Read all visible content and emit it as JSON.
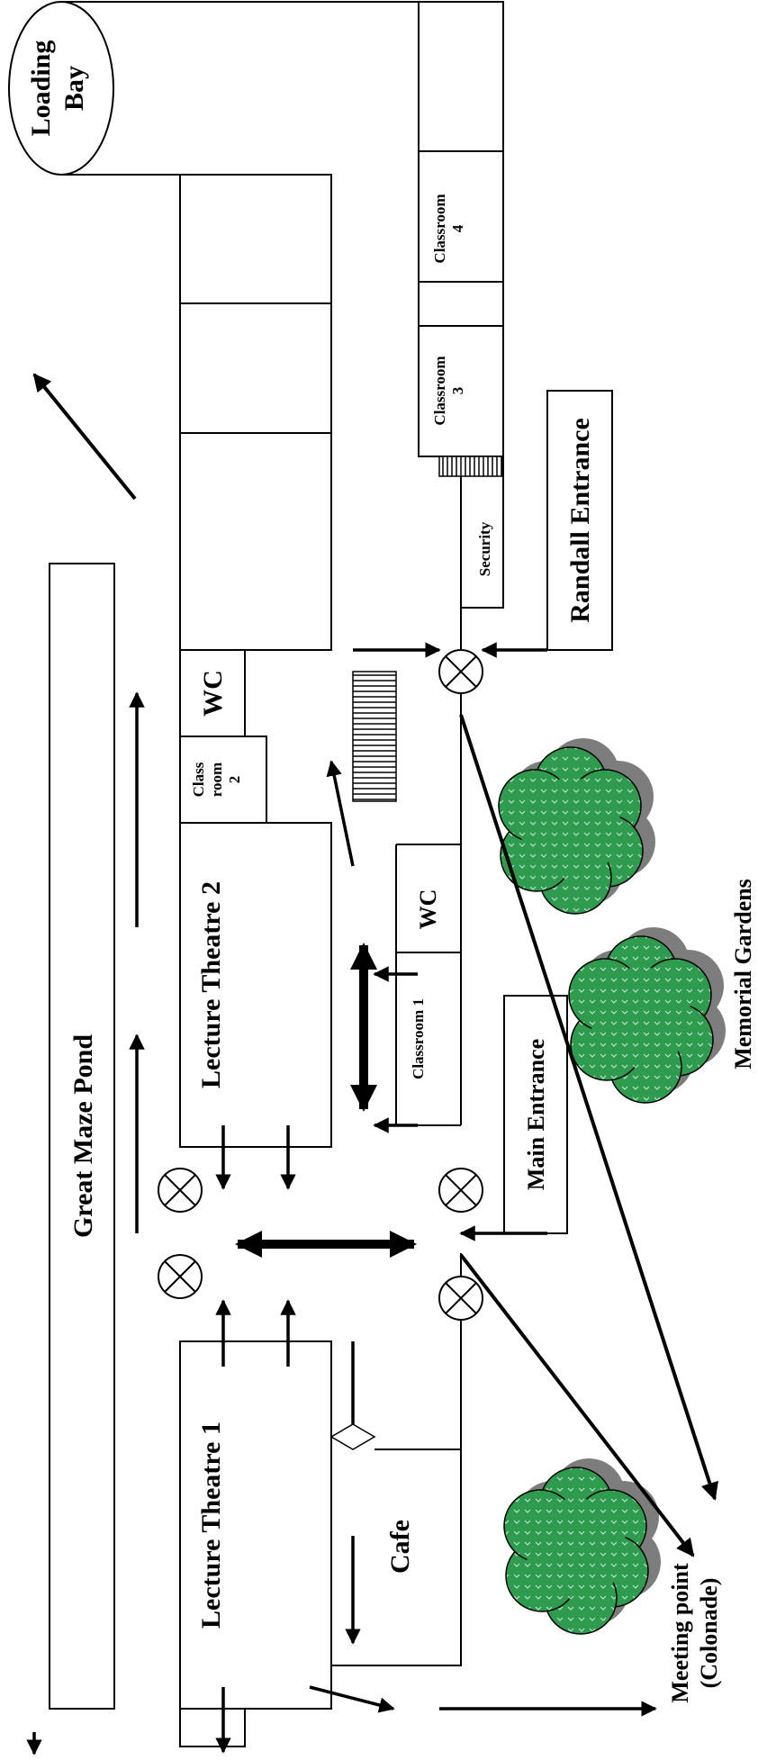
{
  "labels": {
    "loading_bay_line1": "Loading",
    "loading_bay_line2": "Bay",
    "classroom_4_line1": "Classroom",
    "classroom_4_line2": "4",
    "classroom_3_line1": "Classroom",
    "classroom_3_line2": "3",
    "security": "Security",
    "randall_entrance": "Randall Entrance",
    "great_maze_pond": "Great Maze Pond",
    "wc_upper": "WC",
    "classroom_2_line1": "Class",
    "classroom_2_line2": "room",
    "classroom_2_line3": "2",
    "lecture_theatre_2": "Lecture Theatre 2",
    "wc_lower": "WC",
    "classroom_1": "Classroom 1",
    "main_entrance": "Main Entrance",
    "memorial_gardens": "Memorial Gardens",
    "lecture_theatre_1": "Lecture Theatre 1",
    "cafe": "Cafe",
    "meeting_point_line1": "Meeting point",
    "meeting_point_line2": "(Colonade)"
  },
  "colors": {
    "line": "#000000",
    "bush_fill": "#2e9b4f",
    "bush_shadow": "#7d7d7d"
  },
  "icons": {
    "door": "circle-x-icon",
    "bush": "bush-icon",
    "stairs": "stairs-icon"
  }
}
